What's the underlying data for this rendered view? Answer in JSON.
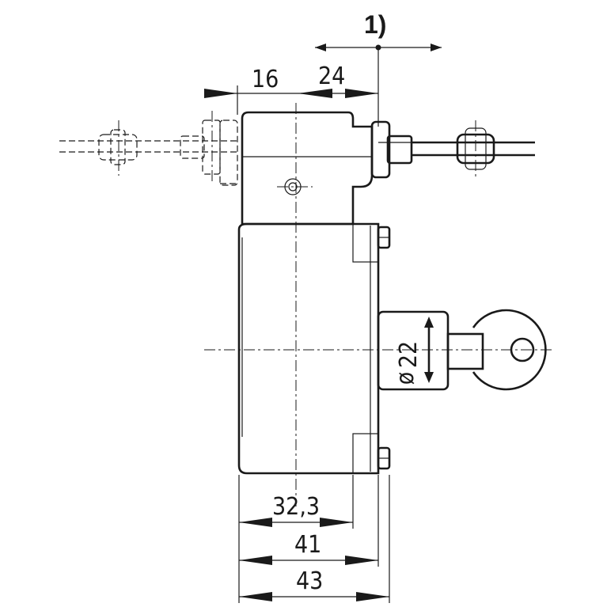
{
  "note": {
    "label": "1)"
  },
  "dimensions": {
    "offset_16": "16",
    "offset_24": "24",
    "diameter": "22",
    "diameter_symbol": "ø",
    "depth_32_3": "32,3",
    "depth_41": "41",
    "depth_43": "43"
  },
  "colors": {
    "line": "#1a1a1a",
    "background": "#ffffff"
  }
}
